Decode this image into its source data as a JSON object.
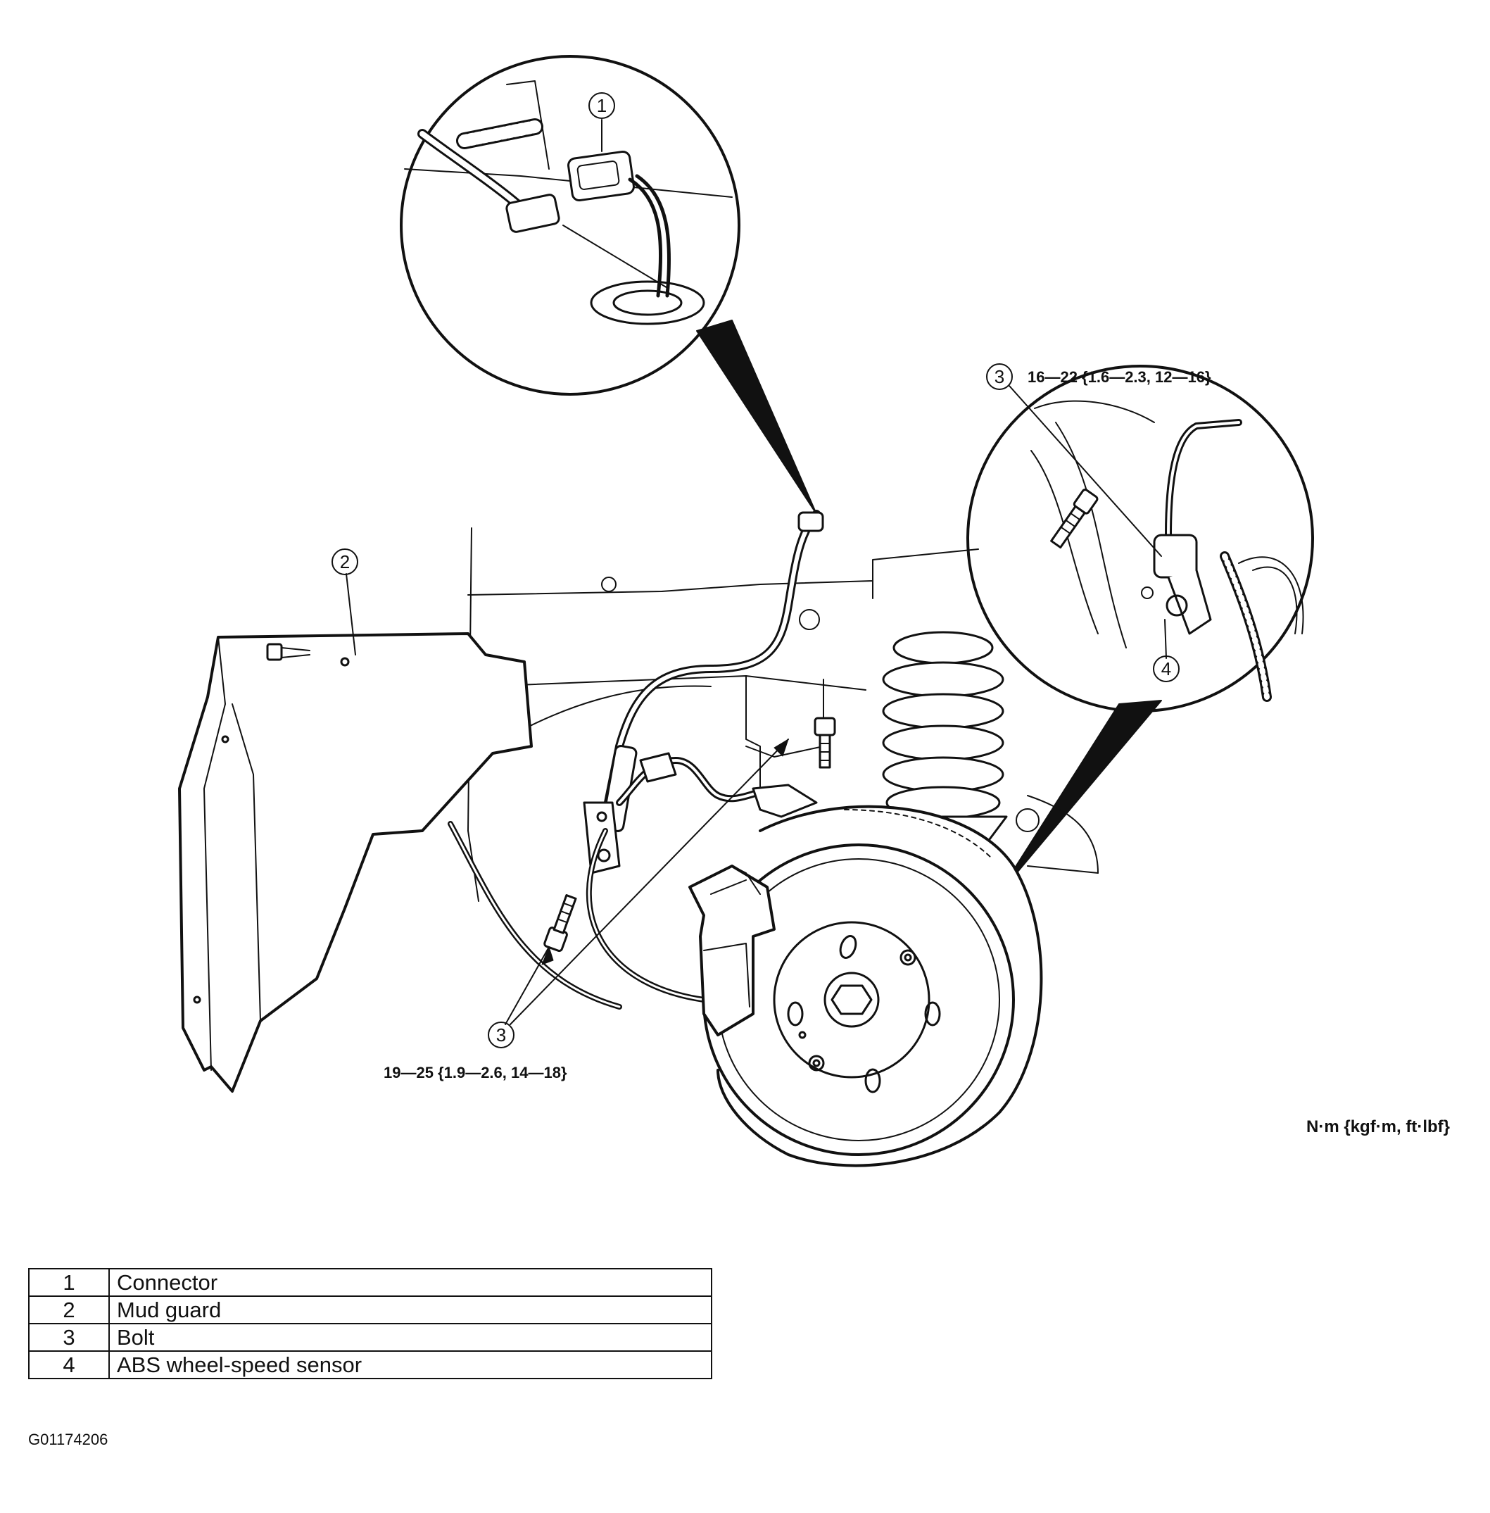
{
  "callouts": {
    "c1": "1",
    "c2": "2",
    "c3_upper": "3",
    "c3_lower": "3",
    "c4": "4"
  },
  "torque": {
    "upper": "16—22 {1.6—2.3, 12—16}",
    "lower": "19—25 {1.9—2.6, 14—18}",
    "units": "N·m {kgf·m, ft·lbf}"
  },
  "legend": [
    {
      "num": "1",
      "label": "Connector"
    },
    {
      "num": "2",
      "label": "Mud guard"
    },
    {
      "num": "3",
      "label": "Bolt"
    },
    {
      "num": "4",
      "label": "ABS wheel-speed sensor"
    }
  ],
  "figure_id": "G01174206"
}
